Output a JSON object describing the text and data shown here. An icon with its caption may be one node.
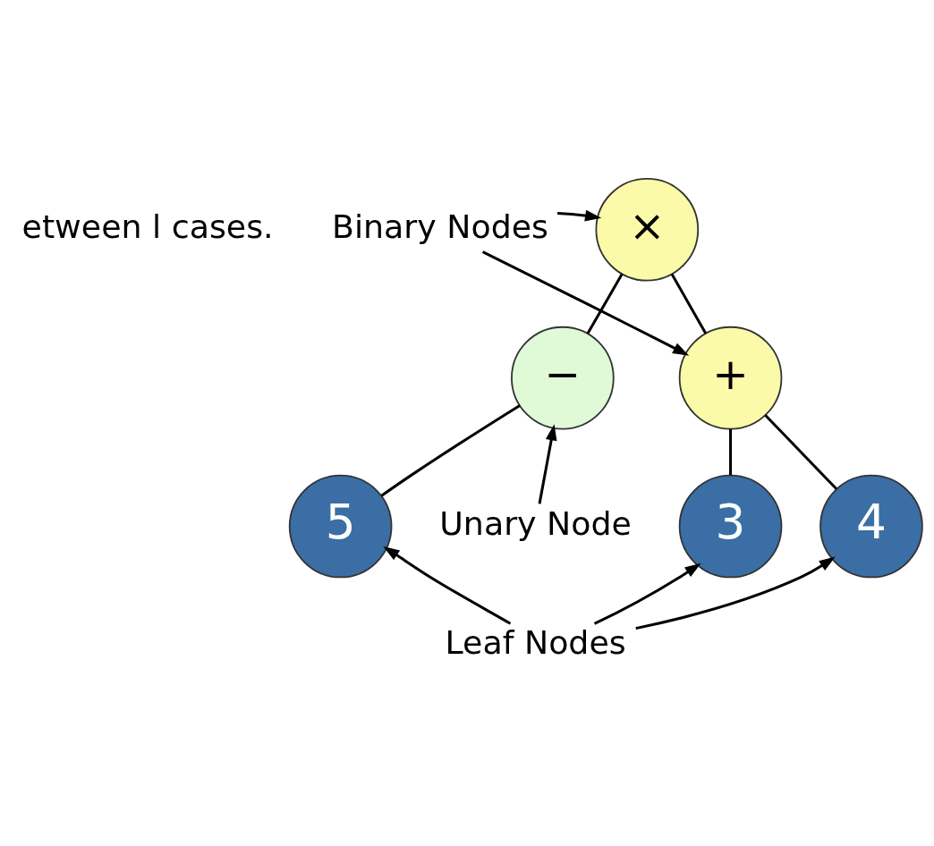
{
  "diagram": {
    "nodes": [
      {
        "text": [
          "×"
        ]
      },
      {
        "text": [
          "−"
        ]
      },
      {
        "text": [
          "+"
        ]
      },
      {
        "text": [
          "5"
        ]
      },
      {
        "text": [
          "3"
        ]
      },
      {
        "text": [
          "4"
        ]
      },
      {
        "text": [
          "Binary Nodes"
        ]
      },
      {
        "text": [
          "Unary Node"
        ]
      },
      {
        "text": [
          "Leaf Nodes"
        ]
      }
    ],
    "edges": [
      {
        "from": 0,
        "to": 1,
        "arrow": "none"
      },
      {
        "from": 0,
        "to": 2,
        "arrow": "none"
      },
      {
        "from": 1,
        "to": 3,
        "arrow": "none"
      },
      {
        "from": 2,
        "to": 4,
        "arrow": "none"
      },
      {
        "from": 2,
        "to": 5,
        "arrow": "none"
      },
      {
        "from": 6,
        "to": 0,
        "arrow": "to"
      },
      {
        "from": 6,
        "to": 2,
        "arrow": "to"
      },
      {
        "from": 7,
        "to": 1,
        "arrow": "to"
      },
      {
        "from": 8,
        "to": 3,
        "arrow": "to"
      },
      {
        "from": 8,
        "to": 4,
        "arrow": "to"
      },
      {
        "from": 8,
        "to": 5,
        "arrow": "to"
      }
    ],
    "labels": [
      "etween l cases."
    ]
  }
}
